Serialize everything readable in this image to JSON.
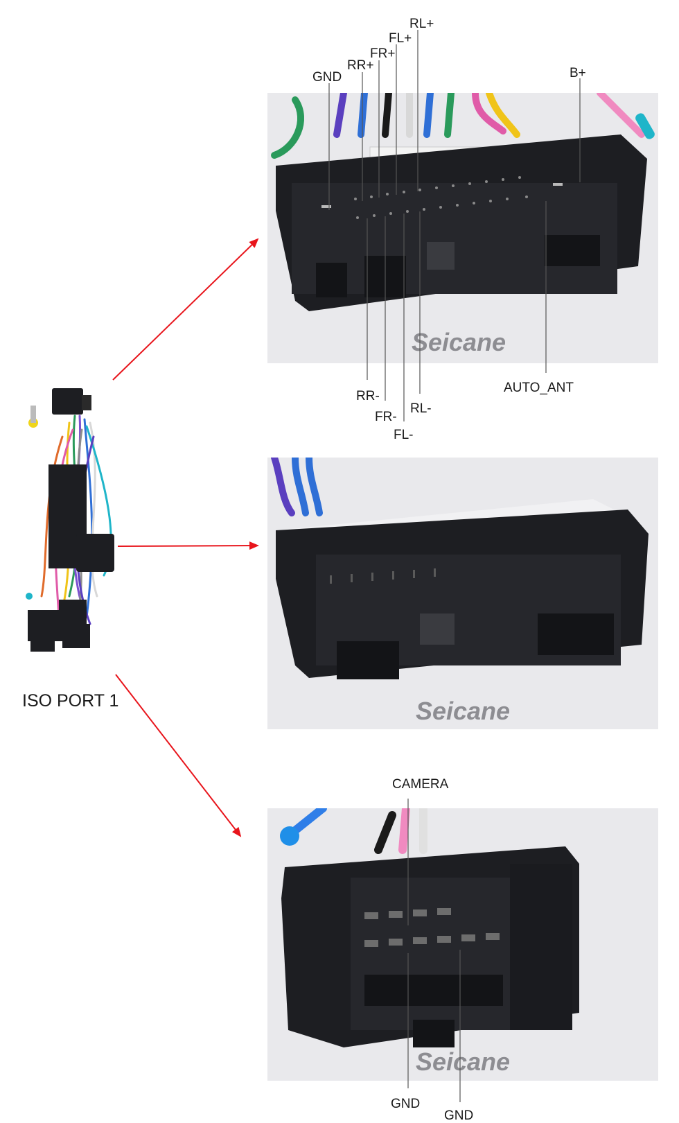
{
  "watermark": "Seicane",
  "harness": {
    "caption": "ISO PORT 1"
  },
  "connector_1": {
    "top_labels": [
      "GND",
      "RR+",
      "FR+",
      "FL+",
      "RL+",
      "B+"
    ],
    "bottom_labels": [
      "RR-",
      "FR-",
      "FL-",
      "RL-",
      "AUTO_ANT"
    ]
  },
  "connector_3": {
    "top_labels": [
      "CAMERA"
    ],
    "bottom_labels": [
      "GND",
      "GND"
    ]
  },
  "colors": {
    "arrow": "#e8141b",
    "connector_body": "#1d1e22",
    "leader_line": "#555555"
  }
}
